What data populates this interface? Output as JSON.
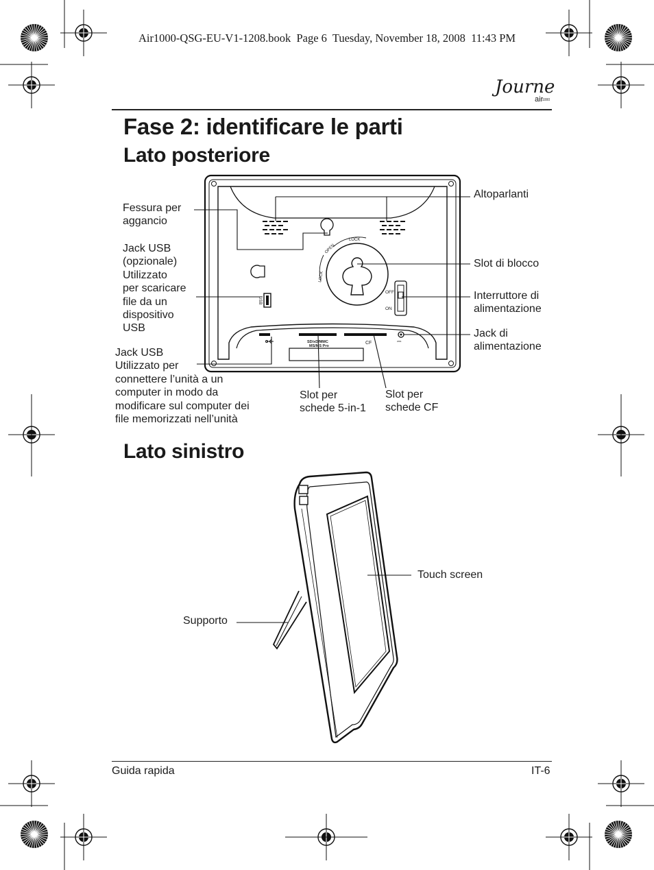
{
  "header": {
    "book_info": "Air1000-QSG-EU-V1-1208.book  Page 6  Tuesday, November 18, 2008  11:43 PM"
  },
  "logo": {
    "script": "Journe",
    "sub": "air",
    "model": "1000"
  },
  "headings": {
    "phase": "Fase 2: identificare le parti",
    "back": "Lato posteriore",
    "left": "Lato sinistro"
  },
  "back_labels": {
    "fessura": [
      "Fessura per",
      "aggancio"
    ],
    "jack_usb_opt": [
      "Jack USB",
      "(opzionale)",
      "Utilizzato",
      "per scaricare",
      "file da un",
      "dispositivo",
      "USB"
    ],
    "jack_usb": [
      "Jack USB",
      "Utilizzato per",
      "connettere l’unità a un",
      "computer in modo da",
      "modificare sul computer dei",
      "file memorizzati nell’unità"
    ],
    "altoparlanti": [
      "Altoparlanti"
    ],
    "slot_blocco": [
      "Slot di blocco"
    ],
    "interruttore": [
      "Interruttore di",
      "alimentazione"
    ],
    "jack_alim": [
      "Jack di",
      "alimentazione"
    ],
    "slot_5in1": [
      "Slot per",
      "schede 5-in-1"
    ],
    "slot_cf": [
      "Slot per",
      "schede CF"
    ]
  },
  "device_marks": {
    "usb": "USB",
    "off": "OFF",
    "on": "ON",
    "lock_top": "LOCK",
    "open": "OPEN",
    "lock_left": "LOCK",
    "card_line1": "SD/xD/MMC",
    "card_line2": "MS/MS Pro",
    "cf": "CF",
    "dc": "⎓"
  },
  "side_labels": {
    "touch": "Touch screen",
    "supporto": "Supporto"
  },
  "footer": {
    "left": "Guida rapida",
    "right": "IT-6"
  }
}
